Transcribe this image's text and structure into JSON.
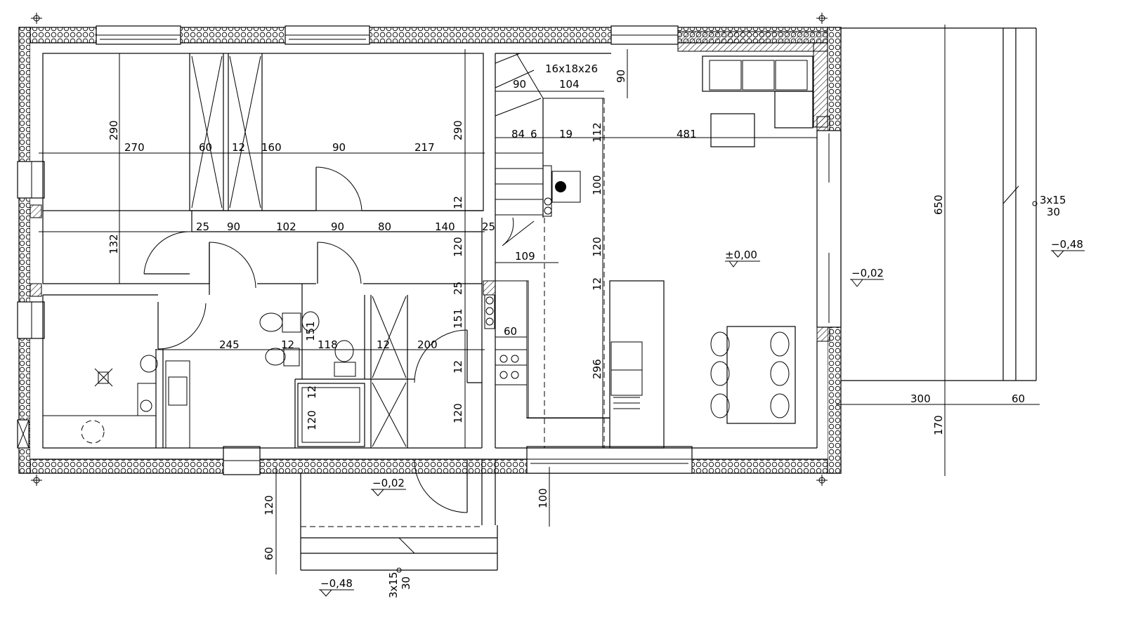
{
  "plan": {
    "stair_spec": "16x18x26",
    "levels": {
      "main_floor": "±0,00",
      "terrace": "−0,02",
      "entrance_landing": "−0,02",
      "ground_right": "−0,48",
      "ground_front": "−0,48"
    },
    "steps": {
      "right_count": "3x15",
      "right_depth": "30",
      "front_count": "3x15",
      "front_depth": "30"
    },
    "dims": {
      "d270": "270",
      "d60a": "60",
      "d12a": "12",
      "d160": "160",
      "d90a": "90",
      "d217": "217",
      "d290a": "290",
      "d290b": "290",
      "d132": "132",
      "d12b": "12",
      "d25a": "25",
      "d90b": "90",
      "d102": "102",
      "d90c": "90",
      "d80": "80",
      "d140": "140",
      "d25b": "25",
      "d120a": "120",
      "d25c": "25",
      "d151a": "151",
      "d151b": "151",
      "d245": "245",
      "d12c": "12",
      "d118": "118",
      "d12d": "12",
      "d200": "200",
      "d12e": "12",
      "d120b": "120",
      "d12f": "12",
      "d120c": "120",
      "d90d": "90",
      "d104": "104",
      "d84": "84",
      "d6": "6",
      "d19": "19",
      "d90e": "90",
      "d112": "112",
      "d481": "481",
      "d100a": "100",
      "d120d": "120",
      "d12g": "12",
      "d109": "109",
      "d60b": "60",
      "d296": "296",
      "d650": "650",
      "d300": "300",
      "d60c": "60",
      "d170": "170",
      "d100b": "100",
      "d120e": "120",
      "d60d": "60"
    }
  }
}
